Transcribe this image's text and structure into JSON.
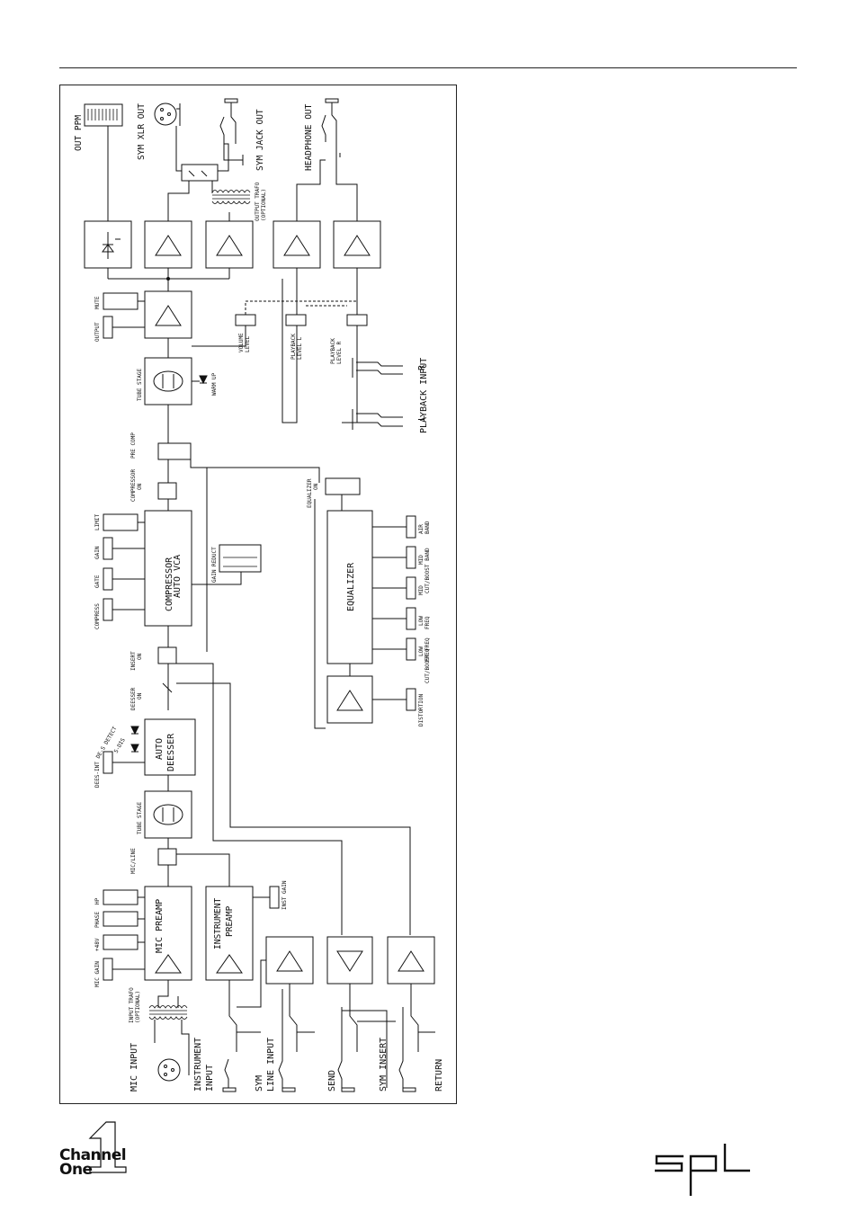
{
  "diagram": {
    "labels": {
      "out_ppm": "OUT PPM",
      "sym_xlr_out": "SYM XLR OUT",
      "sym_jack_out": "SYM JACK OUT",
      "headphone_out": "HEADPHONE OUT",
      "output_trafo": "OUTPUT TRAFO",
      "output_trafo_opt": "(OPTIONAL)",
      "output": "OUTPUT",
      "mute": "MUTE",
      "tube_stage_1": "TUBE STAGE",
      "tube_stage_2": "TUBE STAGE",
      "warm_up": "WARM UP",
      "volume_level": "VOLUME",
      "volume_level2": "LEVEL",
      "playback_level1": "PLAYBACK",
      "playback_level1b": "LEVEL L",
      "playback_level2": "PLAYBACK",
      "playback_level2b": "LEVEL R",
      "r": "R",
      "l": "L",
      "playback_input": "PLAYBACK INPUT",
      "pre_comp": "PRE COMP",
      "compressor_on1": "COMPRESSOR",
      "compressor_on2": "ON",
      "limit": "LIMIT",
      "gain": "GAIN",
      "gate": "GATE",
      "compress": "COMPRESS",
      "auto_vca_1": "AUTO VCA",
      "auto_vca_2": "COMPRESSOR",
      "gain_reduct": "GAIN REDUCT",
      "equalizer_on1": "EQUALIZER",
      "equalizer_on2": "ON",
      "equalizer": "EQUALIZER",
      "air": "AIR",
      "band": "BAND",
      "mid": "MID",
      "mid_cut": "CUT/BOOST BAND",
      "mid2": "MID",
      "freq_mid": "FREQ",
      "low": "LOW",
      "low_cut": "CUT/BOOST FREQ",
      "low2": "LOW",
      "freq_low": "FREQ",
      "distortion": "DISTORTION",
      "insert_on1": "INSERT",
      "insert_on2": "ON",
      "deesser_on1": "DEESSER",
      "deesser_on2": "ON",
      "auto": "AUTO",
      "deesser": "DEESSER",
      "de_s_detect": "DE-S DETECT",
      "s_dis": "S-DIS",
      "dees_int": "DEES-INT",
      "mic_line": "MIC/LINE",
      "hp": "HP",
      "phase": "PHASE",
      "plus48v": "+48V",
      "mic_gain": "MIC GAIN",
      "mic_preamp": "MIC PREAMP",
      "instrument_preamp1": "INSTRUMENT",
      "instrument_preamp2": "PREAMP",
      "inst_gain": "INST GAIN",
      "input_trafo": "INPUT TRAFO",
      "input_trafo_opt": "(OPTIONAL)",
      "mic_input": "MIC INPUT",
      "instrument_input1": "INSTRUMENT",
      "instrument_input2": "INPUT",
      "sym_line1": "SYM",
      "sym_line2": "LINE INPUT",
      "send": "SEND",
      "sym_insert": "SYM INSERT",
      "return": "RETURN"
    }
  },
  "logos": {
    "channel_one_1": "Channel",
    "channel_one_2": "One",
    "spl": "spl"
  }
}
